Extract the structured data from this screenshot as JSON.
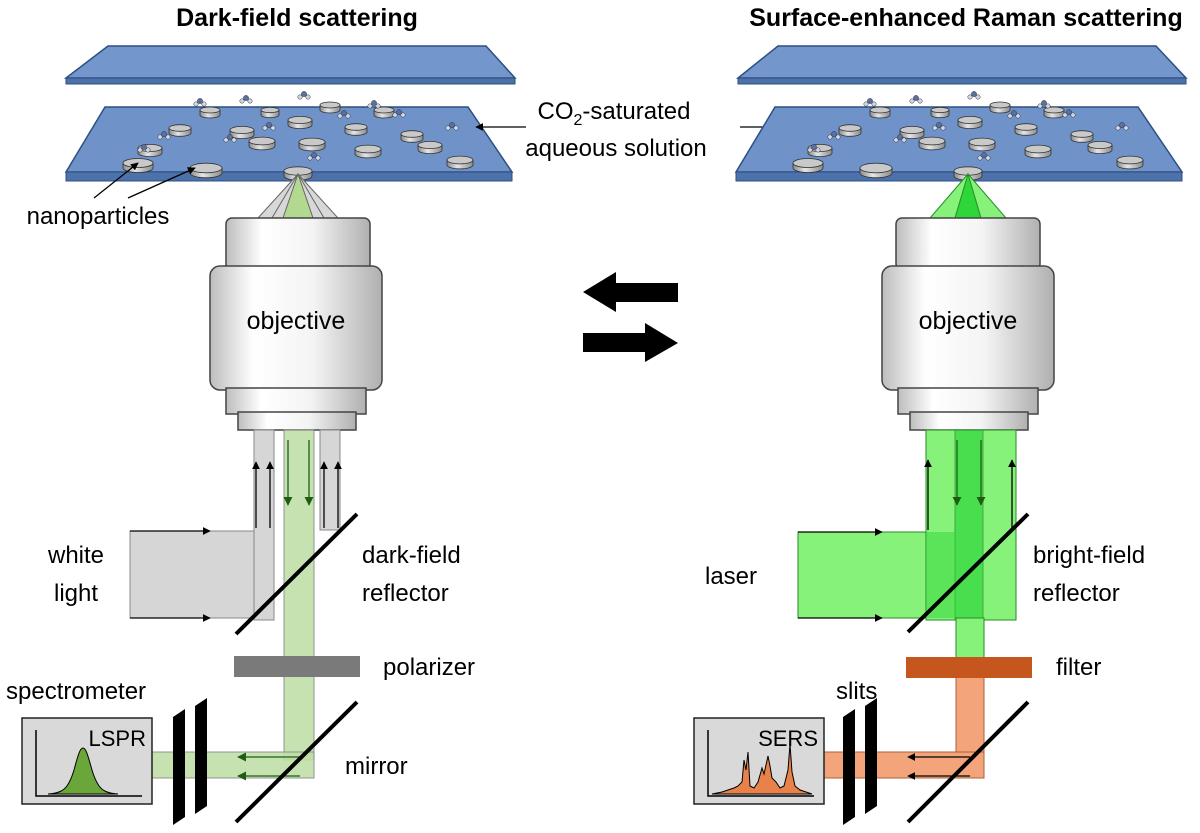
{
  "left_panel": {
    "title": "Dark-field scattering",
    "nanoparticles_label": "nanoparticles",
    "objective_label": "objective",
    "source_label_line1": "white",
    "source_label_line2": "light",
    "reflector_label_line1": "dark-field",
    "reflector_label_line2": "reflector",
    "polarizer_label": "polarizer",
    "spectrometer_label": "spectrometer",
    "mirror_label": "mirror",
    "spectrum_label": "LSPR"
  },
  "right_panel": {
    "title": "Surface-enhanced Raman scattering",
    "objective_label": "objective",
    "source_label": "laser",
    "reflector_label_line1": "bright-field",
    "reflector_label_line2": "reflector",
    "filter_label": "filter",
    "slits_label": "slits",
    "spectrum_label": "SERS"
  },
  "center": {
    "solution_label_line1_main": "CO",
    "solution_label_line1_sub": "2",
    "solution_label_line1_rest": "-saturated",
    "solution_label_line2": "aqueous solution"
  },
  "colors": {
    "substrate": "#6f93c9",
    "white_light": "#d6d6d6",
    "dark_field_return": "#bfdfa8",
    "laser": "#86f27a",
    "laser_dark": "#2fd63a",
    "filter": "#c4561e",
    "raman_signal": "#f4a47a",
    "polarizer": "#7a7a7a",
    "lspr_fill": "#6aa63a",
    "sers_fill": "#e8824a",
    "arrow_dark_green": "#1e5e12"
  }
}
